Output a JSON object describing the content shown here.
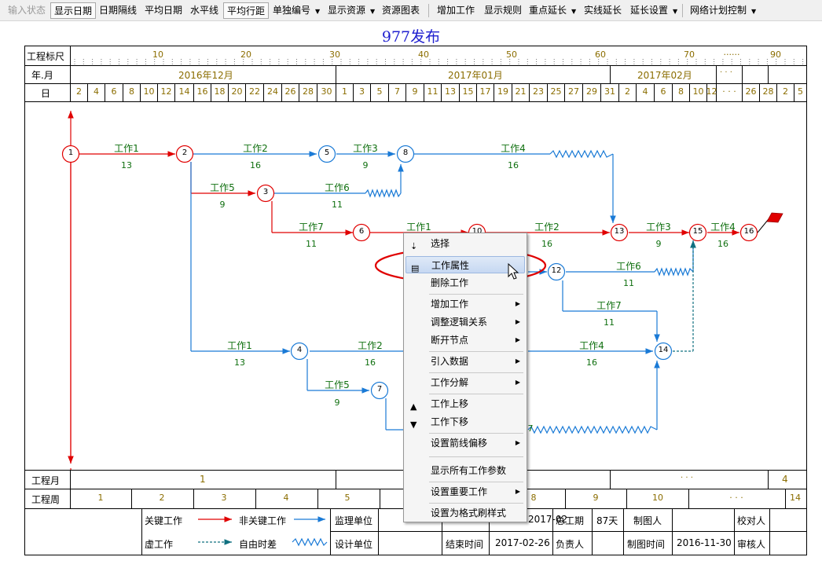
{
  "toolbar": [
    {
      "label": "输入状态",
      "disabled": true
    },
    {
      "label": "显示日期",
      "boxed": true
    },
    {
      "label": "日期隔线"
    },
    {
      "label": "平均日期"
    },
    {
      "label": "水平线"
    },
    {
      "label": "平均行距",
      "boxed": true
    },
    {
      "label": "单独编号",
      "dropdown": true
    },
    {
      "label": "显示资源",
      "dropdown": true
    },
    {
      "label": "资源图表"
    },
    {
      "label": "增加工作"
    },
    {
      "label": "显示规则"
    },
    {
      "label": "重点延长",
      "dropdown": true
    },
    {
      "label": "实线延长"
    },
    {
      "label": "延长设置",
      "dropdown": true
    },
    {
      "label": "网络计划控制",
      "dropdown": true
    }
  ],
  "title": "977发布",
  "header": {
    "scale_label": "工程标尺",
    "scale_ticks": [
      "10",
      "20",
      "30",
      "40",
      "50",
      "60",
      "70",
      "······",
      "90"
    ],
    "month_label": "年.月",
    "months": [
      "2016年12月",
      "2017年01月",
      "2017年02月",
      "· · ·"
    ],
    "day_label": "日",
    "days": [
      "2",
      "4",
      "6",
      "8",
      "10",
      "12",
      "14",
      "16",
      "18",
      "20",
      "22",
      "24",
      "26",
      "28",
      "30",
      "1",
      "3",
      "5",
      "7",
      "9",
      "11",
      "13",
      "15",
      "17",
      "19",
      "21",
      "23",
      "25",
      "27",
      "29",
      "31",
      "2",
      "4",
      "6",
      "8",
      "10",
      "12",
      "· · ·",
      "26",
      "28",
      "2",
      "5"
    ]
  },
  "footer": {
    "month_row_label": "工程月",
    "month_values": [
      "1",
      "· · ·",
      "4"
    ],
    "week_row_label": "工程周",
    "weeks": [
      "1",
      "2",
      "3",
      "4",
      "5",
      "8",
      "9",
      "10",
      "· · ·",
      "14"
    ],
    "legend": {
      "critical": "关键工作",
      "noncritical": "非关键工作",
      "dummy": "虚工作",
      "free_float": "自由时差"
    },
    "info": {
      "supervisor_label": "监理单位",
      "design_label": "设计单位",
      "start_value": "2017-02",
      "end_label": "结束时间",
      "end_value": "2017-02-26",
      "duration_label": "总工期",
      "duration_value": "87天",
      "owner_label": "负责人",
      "drafter_label": "制图人",
      "draw_time_label": "制图时间",
      "draw_time_value": "2016-11-30",
      "checker_label": "校对人",
      "reviewer_label": "审核人"
    }
  },
  "network": {
    "nodes": [
      "1",
      "2",
      "3",
      "4",
      "5",
      "6",
      "7",
      "8",
      "10",
      "12",
      "13",
      "14",
      "15",
      "16"
    ],
    "works": [
      {
        "name": "工作1",
        "dur": "13"
      },
      {
        "name": "工作2",
        "dur": "16"
      },
      {
        "name": "工作3",
        "dur": "9"
      },
      {
        "name": "工作4",
        "dur": "16"
      },
      {
        "name": "工作5",
        "dur": "9"
      },
      {
        "name": "工作6",
        "dur": "11"
      },
      {
        "name": "工作7",
        "dur": "11"
      },
      {
        "name": "工作1",
        "dur": ""
      },
      {
        "name": "工作2",
        "dur": "16"
      },
      {
        "name": "工作3",
        "dur": "9"
      },
      {
        "name": "工作4",
        "dur": "16"
      },
      {
        "name": "工作6",
        "dur": "11"
      },
      {
        "name": "工作7",
        "dur": "11"
      },
      {
        "name": "工作1",
        "dur": "13"
      },
      {
        "name": "工作2",
        "dur": "16"
      },
      {
        "name": "工作4",
        "dur": "16"
      },
      {
        "name": "工作5",
        "dur": "9"
      },
      {
        "name": "",
        "dur": "7"
      }
    ]
  },
  "context_menu": {
    "items": [
      {
        "label": "选择",
        "icon": "cursor-icon"
      },
      {
        "label": "工作属性",
        "icon": "properties-icon",
        "hover": true
      },
      {
        "label": "删除工作"
      },
      {
        "label": "增加工作",
        "submenu": true
      },
      {
        "label": "调整逻辑关系",
        "submenu": true
      },
      {
        "label": "断开节点",
        "submenu": true
      },
      {
        "label": "引入数据",
        "submenu": true
      },
      {
        "label": "工作分解",
        "submenu": true
      },
      {
        "label": "工作上移",
        "icon": "move-up-icon"
      },
      {
        "label": "工作下移",
        "icon": "move-down-icon"
      },
      {
        "label": "设置箭线偏移",
        "submenu": true
      },
      {
        "label": "显示所有工作参数"
      },
      {
        "label": "设置重要工作",
        "submenu": true
      },
      {
        "label": "设置为格式刷样式"
      }
    ]
  },
  "colors": {
    "critical": "#e00000",
    "noncritical": "#1a7ad6",
    "dummy": "#107080",
    "text_green": "#107010",
    "scale_text": "#8b6d00",
    "title": "#1f1fcf",
    "highlight": "#e00000"
  }
}
